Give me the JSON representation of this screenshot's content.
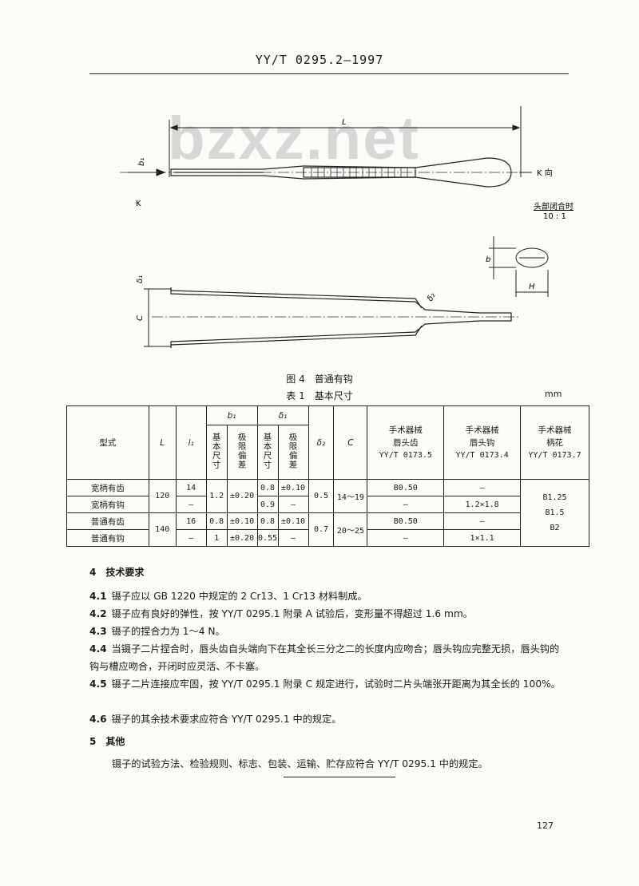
{
  "header": "YY/T 0295.2—1997",
  "watermark": "bzxz.net",
  "figure": {
    "label_L": "L",
    "label_b1": "b₁",
    "label_K": "K",
    "label_K_dir": "K 向",
    "note_line1": "头部闭合时",
    "note_line2": "10 : 1",
    "label_b": "b",
    "label_H": "H",
    "label_delta1": "δ₁",
    "label_C": "C",
    "label_delta2": "δ₂",
    "caption": "图 4　普通有钩"
  },
  "table": {
    "caption": "表 1　基本尺寸",
    "unit": "mm",
    "headers": {
      "type": "型式",
      "L": "L",
      "l1": "l₁",
      "b1": "b₁",
      "delta1": "δ₁",
      "basic": "基本尺寸",
      "tol": "极限偏差",
      "delta2": "δ₂",
      "C": "C",
      "col1": [
        "手术器械",
        "唇头齿",
        "YY/T 0173.5"
      ],
      "col2": [
        "手术器械",
        "唇头钩",
        "YY/T 0173.4"
      ],
      "col3": [
        "手术器械",
        "柄花",
        "YY/T 0173.7"
      ]
    },
    "rows": [
      {
        "type": "宽柄有齿",
        "l1": "14",
        "d1": "0.8",
        "d1tol": "±0.10",
        "lip_teeth": "B0.50",
        "lip_hook": "—"
      },
      {
        "type": "宽柄有钩",
        "l1": "—",
        "d1": "0.9",
        "d1tol": "—",
        "lip_teeth": "—",
        "lip_hook": "1.2×1.8"
      },
      {
        "type": "普通有齿",
        "l1": "16",
        "b1": "0.8",
        "b1tol": "±0.10",
        "d1": "0.8",
        "d1tol": "±0.10",
        "lip_teeth": "B0.50",
        "lip_hook": "—"
      },
      {
        "type": "普通有钩",
        "l1": "—",
        "b1": "1",
        "b1tol": "±0.20",
        "d1": "0.55",
        "d1tol": "—",
        "lip_teeth": "—",
        "lip_hook": "1×1.1"
      }
    ],
    "merged": {
      "L_wide": "120",
      "L_normal": "140",
      "b1_wide": "1.2",
      "b1tol_wide": "±0.20",
      "d2_wide": "0.5",
      "d2_normal": "0.7",
      "C_wide": "14～19",
      "C_normal": "20～25",
      "handle": [
        "B1.25",
        "B1.5",
        "B2"
      ]
    }
  },
  "sections": {
    "s4_title": "4　技术要求",
    "p41_num": "4.1",
    "p41": "镊子应以 GB 1220 中规定的 2 Cr13、1 Cr13 材料制成。",
    "p42_num": "4.2",
    "p42": "镊子应有良好的弹性，按 YY/T 0295.1 附录 A 试验后，变形量不得超过 1.6 mm。",
    "p43_num": "4.3",
    "p43": "镊子的捏合力为 1～4 N。",
    "p44_num": "4.4",
    "p44": "当镊子二片捏合时，唇头齿自头端向下在其全长三分之二的长度内应吻合；唇头钩应完整无损，唇头钩的钩与槽应吻合，开闭时应灵活、不卡塞。",
    "p45_num": "4.5",
    "p45": "镊子二片连接应牢固，按 YY/T 0295.1 附录 C 规定进行，试验时二片头端张开距离为其全长的 100%。",
    "p46_num": "4.6",
    "p46": "镊子的其余技术要求应符合 YY/T 0295.1 中的规定。",
    "s5_title": "5　其他",
    "p5": "镊子的试验方法、检验规则、标志、包装、运输、贮存应符合 YY/T 0295.1 中的规定。"
  },
  "page_number": "127"
}
